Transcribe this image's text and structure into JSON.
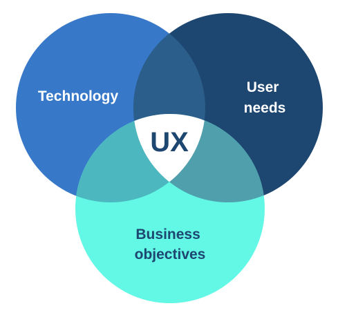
{
  "diagram": {
    "center_label": "UX",
    "sets": [
      {
        "id": "technology",
        "lines": [
          "Technology"
        ],
        "fill": "#3878c9"
      },
      {
        "id": "user-needs",
        "lines": [
          "User",
          "needs"
        ],
        "fill": "#1d4670"
      },
      {
        "id": "business",
        "lines": [
          "Business",
          "objectives"
        ],
        "fill": "#63f7e6"
      }
    ],
    "overlaps": {
      "technology_user": "#2b5e8a",
      "technology_business": "#4cb7bf",
      "user_business": "#509fac",
      "center": "#ffffff"
    },
    "colors": {
      "label_light": "#ffffff",
      "label_dark": "#1d4670",
      "background": "#ffffff"
    }
  }
}
